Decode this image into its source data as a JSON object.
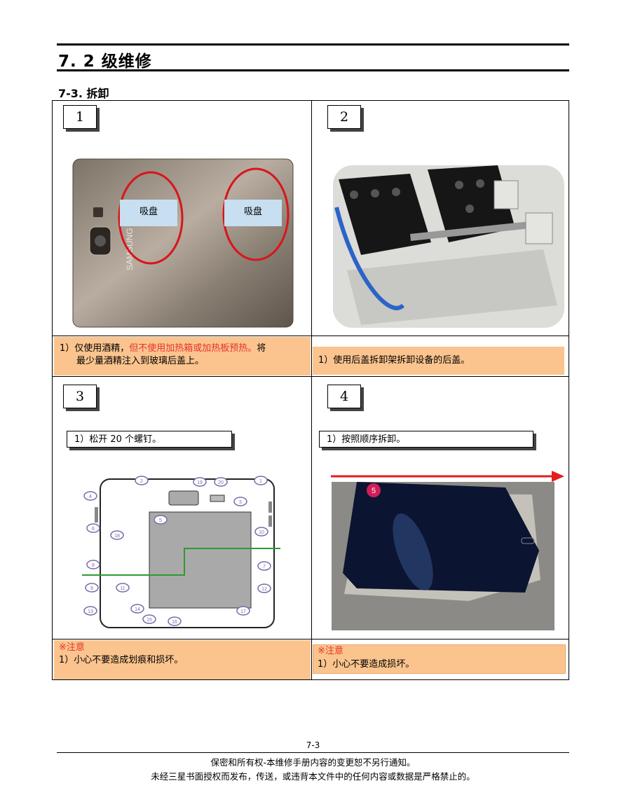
{
  "header": {
    "section_title": "7. 2 级维修",
    "sub_title": "7-3.  拆卸"
  },
  "steps": [
    {
      "number": "1",
      "suction_labels": [
        "吸盘",
        "吸盘"
      ],
      "brand": "SAMSUNG",
      "note_prefix": "1）仅使用酒精，",
      "note_warning": "但不使用加热箱或加热板预热。",
      "note_suffix": "将",
      "note_line2": "最少量酒精注入到玻璃后盖上。"
    },
    {
      "number": "2",
      "note": "1）使用后盖拆卸架拆卸设备的后盖。"
    },
    {
      "number": "3",
      "callout": "1）松开 20 个螺钉。",
      "screw_labels": [
        "1",
        "2",
        "3",
        "4",
        "5",
        "6",
        "7",
        "8",
        "9",
        "10",
        "11",
        "12",
        "13",
        "14",
        "15",
        "16",
        "17",
        "18",
        "19",
        "20"
      ],
      "caution_title": "※注意",
      "caution_text": "1）小心不要造成划痕和损坏。"
    },
    {
      "number": "4",
      "callout": "1）按照顺序拆卸。",
      "badge": "5",
      "caution_title": "※注意",
      "caution_text": "1）小心不要造成损坏。"
    }
  ],
  "footer": {
    "page_number": "7-3",
    "line1": "保密和所有权-本维修手册内容的变更恕不另行通知。",
    "line2": "未经三星书面授权而发布，传送，或违背本文件中的任何内容或数据是严格禁止的。"
  },
  "colors": {
    "note_bg": "#fbc48e",
    "warning_red": "#e5332a",
    "suction_oval": "#d9141b",
    "arrow_red": "#e11d1d"
  }
}
